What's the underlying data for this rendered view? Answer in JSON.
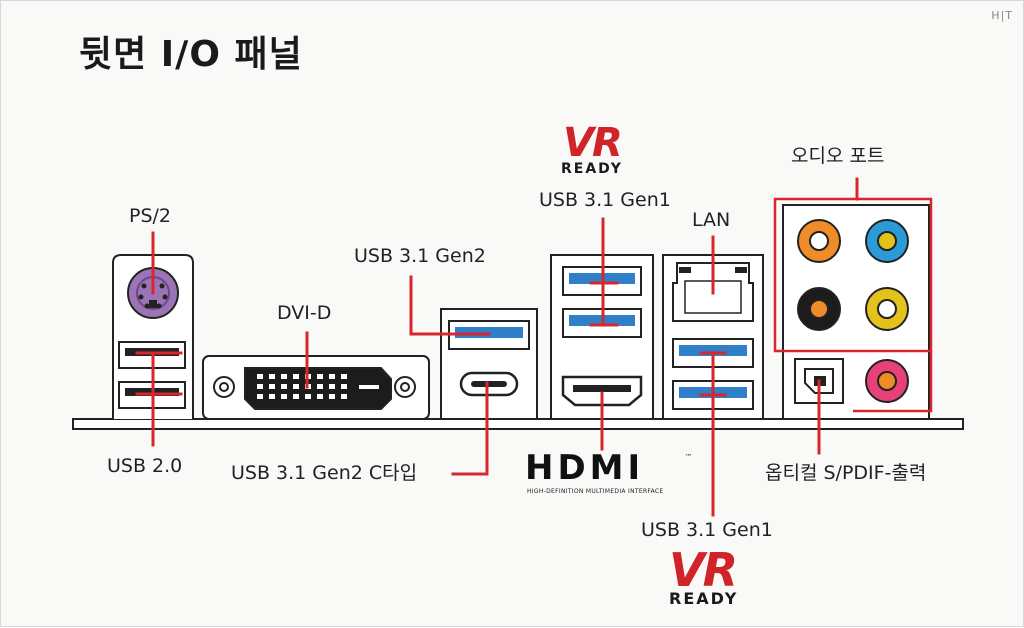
{
  "title": "뒷면 I/O 패널",
  "corner_mark": "H|T",
  "labels": {
    "ps2": "PS/2",
    "usb20": "USB 2.0",
    "dvid": "DVI-D",
    "usb31gen2": "USB 3.1 Gen2",
    "usb31gen2c": "USB 3.1 Gen2 C타입",
    "usb31gen1_top": "USB 3.1 Gen1",
    "lan": "LAN",
    "audio": "오디오 포트",
    "optical": "옵티컬 S/PDIF-출력",
    "usb31gen1_bottom": "USB 3.1 Gen1"
  },
  "vr_top": {
    "word": "VR",
    "ready": "READY"
  },
  "vr_bottom": {
    "word": "VR",
    "ready": "READY"
  },
  "hdmi_logo": {
    "word": "HDMI",
    "subtitle": "HIGH-DEFINITION MULTIMEDIA INTERFACE",
    "tm": "™"
  },
  "colors": {
    "callout": "#d8262f",
    "usb3_blue": "#2f80c8",
    "ps2_purple": "#9a74b5",
    "audio_orange": "#f08c28",
    "audio_blue": "#2a9bd6",
    "audio_black": "#1c1c1c",
    "audio_yellow": "#e3c21c",
    "audio_pink": "#e8417a"
  }
}
